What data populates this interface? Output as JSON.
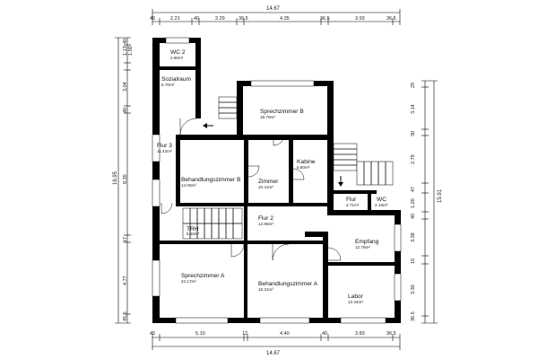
{
  "dimensions": {
    "top_total": "14.67",
    "top_segments": [
      "40",
      "2.21",
      "40",
      "2.29",
      "36.5",
      "4.35",
      "36.5",
      "3.93",
      "36.5"
    ],
    "bottom_total": "14.67",
    "bottom_segments": [
      "45",
      "5.10",
      "12",
      "4.40",
      "40",
      "3.83",
      "36.5"
    ],
    "left_total": "16.95",
    "left_segments": [
      "40",
      "1.13",
      "1.00",
      "3.04",
      "40",
      "8.35",
      "17",
      "4.77",
      "45.5"
    ],
    "right_total": "15.91",
    "right_segments": [
      "29",
      "3.14",
      "30",
      "2.79",
      "47",
      "1.20",
      "40",
      "3.38",
      "15",
      "3.30",
      "36.5"
    ]
  },
  "rooms": [
    {
      "key": "wc2",
      "name": "WC 2",
      "area": "2.60m²"
    },
    {
      "key": "sozialraum",
      "name": "Sozialraum",
      "area": "6.70m²"
    },
    {
      "key": "sprechzimmer_b",
      "name": "Sprechzimmer B",
      "area": "18.70m²"
    },
    {
      "key": "flur3",
      "name": "Flur 3",
      "area": "11.42m²"
    },
    {
      "key": "behandlungszimmer_b",
      "name": "Behandlungszimmer B",
      "area": "14.06m²"
    },
    {
      "key": "zimmer",
      "name": "Zimmer",
      "area": "10.41m²"
    },
    {
      "key": "kabine",
      "name": "Kabine",
      "area": "6.80m²"
    },
    {
      "key": "flur",
      "name": "Flur",
      "area": "2.71m²"
    },
    {
      "key": "wc",
      "name": "WC",
      "area": "2.19m²"
    },
    {
      "key": "trh",
      "name": "TRH",
      "area": "6.16m²"
    },
    {
      "key": "flur2",
      "name": "Flur 2",
      "area": "12.95m²"
    },
    {
      "key": "empfang",
      "name": "Empfang",
      "area": "12.78m²"
    },
    {
      "key": "sprechzimmer_a",
      "name": "Sprechzimmer A",
      "area": "24.17m²"
    },
    {
      "key": "behandlungszimmer_a",
      "name": "Behandlungszimmer A",
      "area": "18.31m²"
    },
    {
      "key": "labor",
      "name": "Labor",
      "area": "12.44m²"
    }
  ],
  "icons": {
    "arrow_left": "arrow-left-icon",
    "arrow_down": "arrow-down-icon"
  }
}
